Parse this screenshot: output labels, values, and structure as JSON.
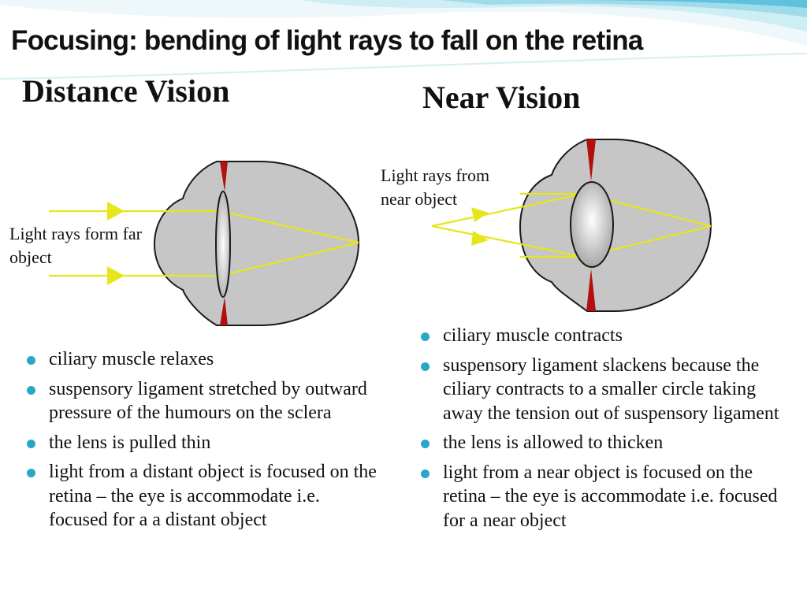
{
  "title": "Focusing: bending of light rays to fall on the retina",
  "colors": {
    "eyeball": "#c6c6c6",
    "outline": "#1a1a1a",
    "light_ray": "#e6e61e",
    "ciliary": "#b40f0f",
    "bullet": "#2aa6c8",
    "banner": "#8fd3e4"
  },
  "distance": {
    "heading": "Distance Vision",
    "ray_label": "Light rays form far object",
    "bullets": [
      "ciliary muscle relaxes",
      "suspensory ligament stretched by outward pressure of the humours on the sclera",
      "the lens is pulled thin",
      "light from a distant object is focused on the retina – the eye is accommodate i.e. focused for a a distant object"
    ]
  },
  "near": {
    "heading": "Near Vision",
    "ray_label": "Light rays from near object",
    "bullets": [
      "ciliary muscle contracts",
      "suspensory ligament slackens because the ciliary contracts to a smaller circle taking away the tension out of suspensory ligament",
      "the lens is allowed to thicken",
      "light from a near object is focused on the retina – the eye is accommodate i.e. focused for a near object"
    ]
  }
}
